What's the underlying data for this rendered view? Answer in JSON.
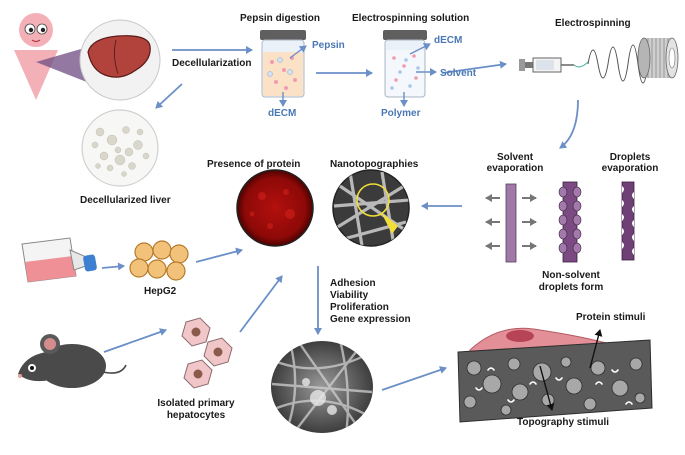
{
  "labels": {
    "pepsin_digestion": "Pepsin digestion",
    "electrospinning_solution": "Electrospinning  solution",
    "electrospinning": "Electrospinning",
    "decellularization": "Decellularization",
    "pepsin": "Pepsin",
    "decm_left": "dECM",
    "decm_right": "dECM",
    "solvent": "Solvent",
    "polymer": "Polymer",
    "decellularized_liver": "Decellularized liver",
    "presence_of_protein": "Presence of protein",
    "nanotopographies": "Nanotopographies",
    "solvent_evaporation_1": "Solvent",
    "solvent_evaporation_2": "evaporation",
    "droplets_evaporation_1": "Droplets",
    "droplets_evaporation_2": "evaporation",
    "non_solvent_1": "Non-solvent",
    "non_solvent_2": "droplets form",
    "hepg2": "HepG2",
    "adhesion": "Adhesion",
    "viability": "Viability",
    "proliferation": "Proliferation",
    "gene_expression": "Gene expression",
    "protein_stimuli": "Protein stimuli",
    "isolated_1": "Isolated primary",
    "isolated_2": "hepatocytes",
    "topography_stimuli": "Topography stimuli"
  },
  "colors": {
    "arrow": "#6b8fc7",
    "label_blue": "#4a78b5",
    "liver": "#b2433c",
    "pink": "#f0b8bf",
    "fiber": "#9b6aa0"
  }
}
